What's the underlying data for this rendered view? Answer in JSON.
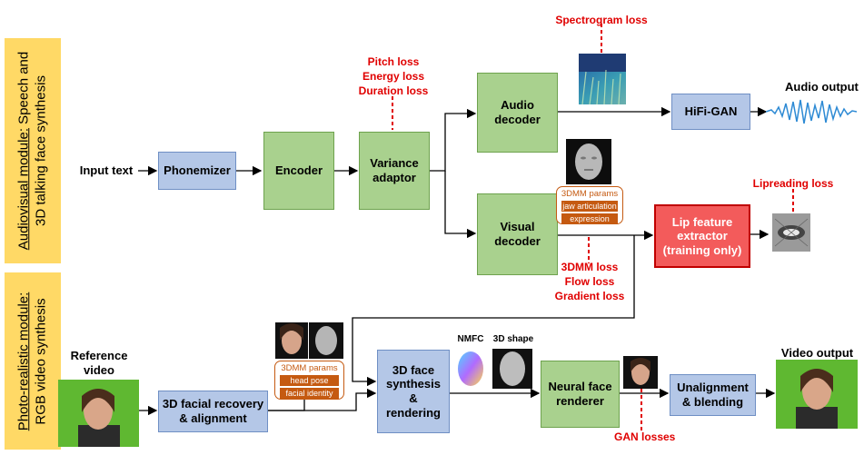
{
  "modules": {
    "audiovisual": {
      "line1": "Audiovisual module:",
      "line1_rest": " Speech and",
      "line2": "3D talking face synthesis"
    },
    "photorealistic": {
      "line1": "Photo-realistic module:",
      "line2": "RGB video synthesis"
    }
  },
  "inputs": {
    "text": "Input text",
    "reference_video": "Reference\nvideo"
  },
  "outputs": {
    "audio": "Audio output",
    "video": "Video output"
  },
  "blocks": {
    "phonemizer": "Phonemizer",
    "encoder": "Encoder",
    "variance_adaptor": "Variance\nadaptor",
    "audio_decoder": "Audio\ndecoder",
    "visual_decoder": "Visual\ndecoder",
    "hifigan": "HiFi-GAN",
    "lip_feature_extractor": "Lip feature\nextractor\n(training only)",
    "facial_recovery": "3D facial recovery\n& alignment",
    "face_synthesis": "3D face\nsynthesis\n&\nrendering",
    "neural_renderer": "Neural face\nrenderer",
    "unalignment": "Unalignment\n& blending"
  },
  "losses": {
    "variance": "Pitch loss\nEnergy loss\nDuration loss",
    "spectrogram": "Spectrogram loss",
    "lipreading": "Lipreading loss",
    "visual": "3DMM loss\nFlow loss\nGradient loss",
    "gan": "GAN losses"
  },
  "params_visual": {
    "title": "3DMM params",
    "rows": [
      "jaw articulation",
      "expression"
    ]
  },
  "params_recovery": {
    "title": "3DMM params",
    "rows": [
      "head pose",
      "facial identity"
    ]
  },
  "thumbnails": {
    "nmfc": "NMFC",
    "shape": "3D shape"
  },
  "colors": {
    "blue_fill": "#b4c7e7",
    "green_fill": "#a9d18e",
    "red_fill": "#f35b5b",
    "loss_text": "#e00000",
    "module_bar": "#ffd966",
    "param_orange": "#c55a11"
  }
}
